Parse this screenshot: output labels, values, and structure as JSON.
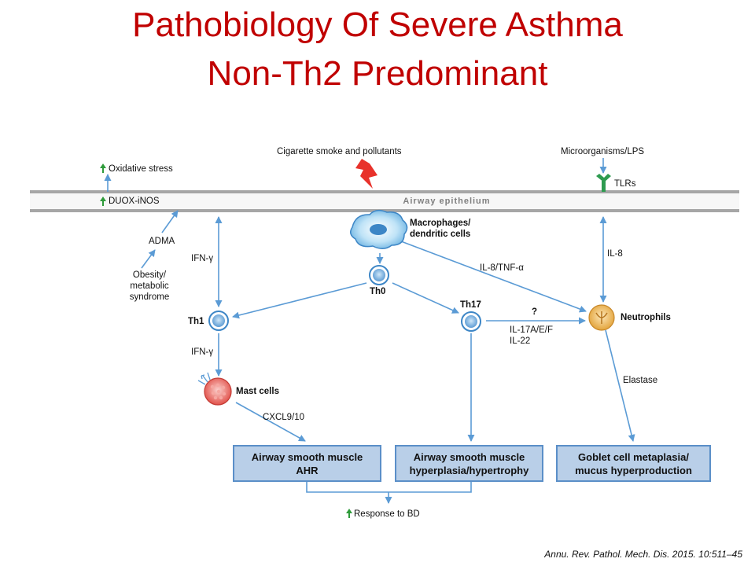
{
  "slide": {
    "title_line1": "Pathobiology Of Severe Asthma",
    "title_line2": "Non-Th2 Predominant",
    "citation": "Annu. Rev. Pathol. Mech. Dis. 2015.  10:511–45"
  },
  "colors": {
    "title": "#c00000",
    "arrow": "#5b9bd5",
    "box_fill": "#b9cfe8",
    "box_border": "#5b8fc8",
    "up_arrow": "#2e9b3a",
    "epithelium": "#a6a6a6"
  },
  "diagram": {
    "epithelium_label": "Airway epithelium",
    "inputs": {
      "smoke": "Cigarette smoke and pollutants",
      "microbes": "Microorganisms/LPS",
      "tlrs": "TLRs"
    },
    "left": {
      "oxidative_stress": "Oxidative stress",
      "duox": "DUOX-iNOS",
      "adma": "ADMA",
      "obesity_line1": "Obesity/",
      "obesity_line2": "metabolic",
      "obesity_line3": "syndrome"
    },
    "cells": {
      "macrophages_line1": "Macrophages/",
      "macrophages_line2": "dendritic cells",
      "th0": "Th0",
      "th1": "Th1",
      "th17": "Th17",
      "neutrophils": "Neutrophils",
      "mast": "Mast cells"
    },
    "mediators": {
      "ifn_top": "IFN-γ",
      "ifn_bottom": "IFN-γ",
      "il8_tnf": "IL-8/TNF-α",
      "il8": "IL-8",
      "question": "?",
      "il17": "IL-17A/E/F",
      "il22": "IL-22",
      "elastase": "Elastase",
      "cxcl": "CXCL9/10"
    },
    "outcomes": [
      {
        "line1": "Airway smooth muscle",
        "line2": "AHR"
      },
      {
        "line1": "Airway smooth muscle",
        "line2": "hyperplasia/hypertrophy"
      },
      {
        "line1": "Goblet cell metaplasia/",
        "line2": "mucus hyperproduction"
      }
    ],
    "response": "Response to BD"
  }
}
